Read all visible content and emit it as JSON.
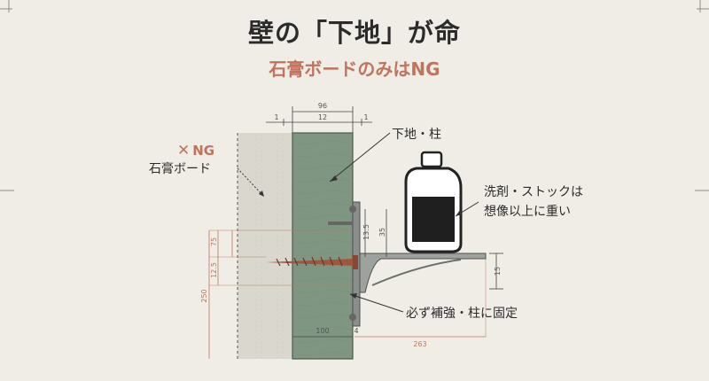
{
  "title": "壁の「下地」が命",
  "subtitle": "石膏ボードのみはNG",
  "ng_label": {
    "mark": "✕",
    "text": "NG",
    "name": "石膏ボード"
  },
  "callouts": {
    "stud": "下地・柱",
    "weight_line1": "洗剤・ストックは",
    "weight_line2": "想像以上に重い",
    "fix": "必ず補強・柱に固定"
  },
  "dimensions": {
    "top_total": "96",
    "top_left": "1",
    "top_mid": "12",
    "top_right": "1",
    "d_135": "13.5",
    "d_35": "35",
    "d_75": "75",
    "d_125": "12.5",
    "d_250": "250",
    "d_15": "15",
    "d_100": "100",
    "d_4": "4",
    "d_263": "263"
  },
  "colors": {
    "background": "#efede6",
    "stud": "#7f9782",
    "board": "#dcd9d1",
    "accent": "#c0745e",
    "text": "#2b2b2b"
  }
}
